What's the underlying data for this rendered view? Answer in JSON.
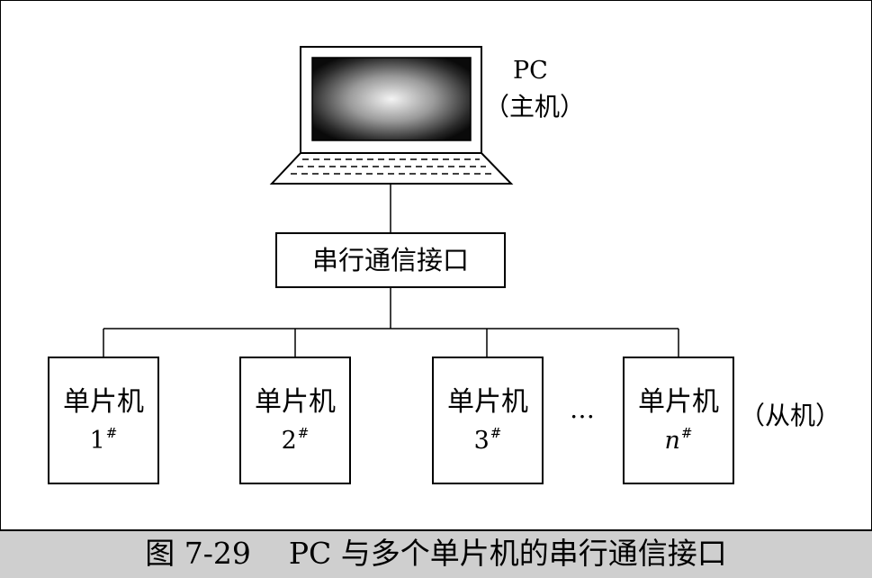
{
  "host": {
    "pc_label": "PC",
    "host_label": "（主机）"
  },
  "interface": {
    "label": "串行通信接口"
  },
  "slaves": [
    {
      "name": "单片机",
      "number": "1",
      "mark": "#"
    },
    {
      "name": "单片机",
      "number": "2",
      "mark": "#"
    },
    {
      "name": "单片机",
      "number": "3",
      "mark": "#"
    },
    {
      "name": "单片机",
      "number": "n",
      "mark": "#"
    }
  ],
  "ellipsis": "…",
  "slaves_label": "（从机）",
  "caption": "图 7-29    PC 与多个单片机的串行通信接口"
}
